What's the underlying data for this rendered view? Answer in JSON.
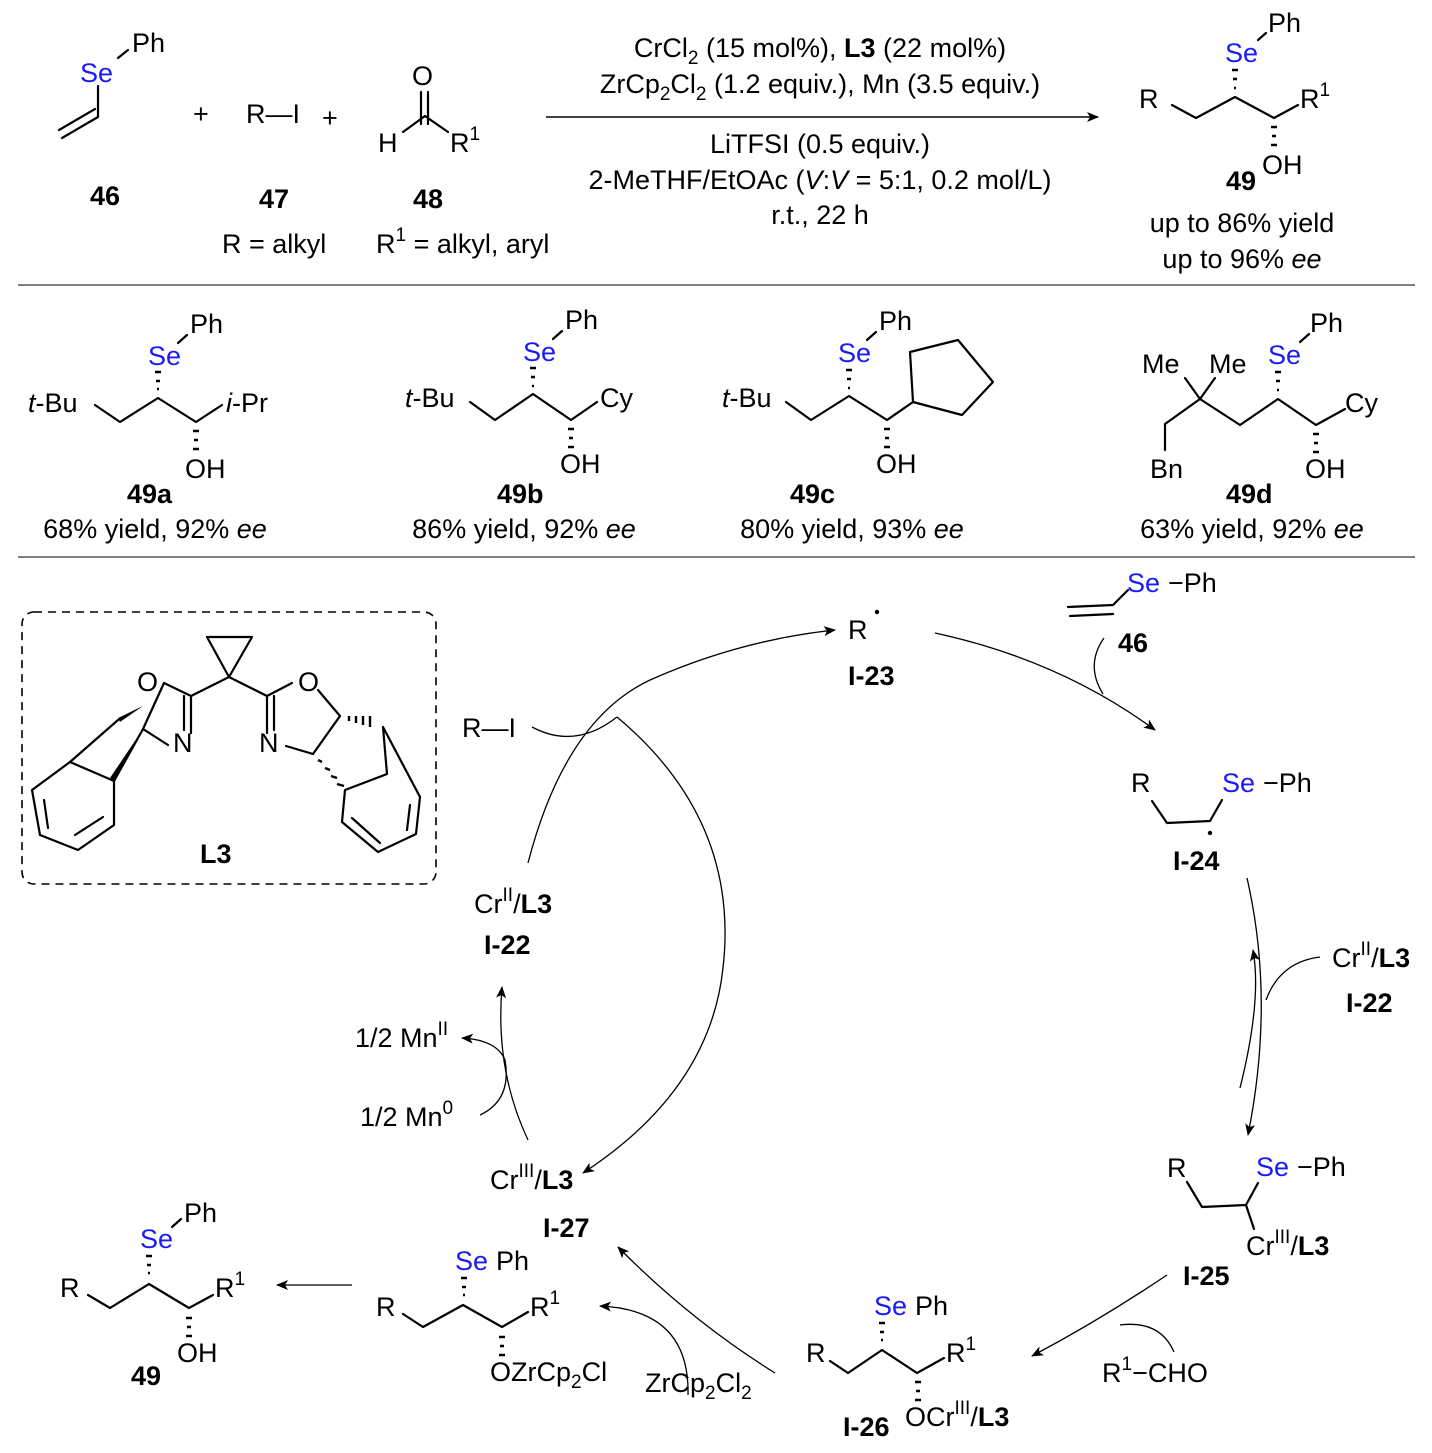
{
  "scheme": {
    "top": {
      "reactants": [
        {
          "id": "46",
          "label": "46",
          "se": "Se",
          "ph": "Ph"
        },
        {
          "id": "47",
          "label": "47",
          "formula": "R—I"
        },
        {
          "id": "48",
          "label": "48",
          "o": "O",
          "h": "H",
          "r1": "R",
          "r1_sup": "1"
        }
      ],
      "plus": "+",
      "definitions": {
        "r": "R = alkyl",
        "r1_pre": "R",
        "r1_sup": "1",
        "r1_post": " = alkyl, aryl"
      },
      "conditions_above": {
        "line1_a": "CrCl",
        "line1_a_sub": "2",
        "line1_b": " (15 mol%), ",
        "line1_l3": "L3",
        "line1_c": " (22 mol%)",
        "line2_a": "ZrCp",
        "line2_sub1": "2",
        "line2_b": "Cl",
        "line2_sub2": "2",
        "line2_c": " (1.2 equiv.), Mn (3.5 equiv.)"
      },
      "conditions_below": {
        "line1": "LiTFSI (0.5 equiv.)",
        "line2_a": "2-MeTHF/EtOAc (",
        "line2_v1": "V",
        "line2_colon": ":",
        "line2_v2": "V",
        "line2_b": " = 5:1, 0.2 mol/L)",
        "line3": "r.t., 22 h"
      },
      "product": {
        "label": "49",
        "se": "Se",
        "ph": "Ph",
        "r": "R",
        "r1": "R",
        "r1_sup": "1",
        "oh": "OH",
        "yield_text": "up to 86% yield",
        "ee_prefix": "up to 96% ",
        "ee_italic": "ee"
      }
    },
    "examples": [
      {
        "label": "49a",
        "left": "-Bu",
        "left_italic": "t",
        "right_italic": "i",
        "right": "-Pr",
        "yield": "68% yield, 92% ",
        "ee": "ee"
      },
      {
        "label": "49b",
        "left": "-Bu",
        "left_italic": "t",
        "right": "Cy",
        "yield": "86% yield, 92% ",
        "ee": "ee"
      },
      {
        "label": "49c",
        "left": "-Bu",
        "left_italic": "t",
        "right": "cyclopentyl",
        "yield": "80% yield, 93% ",
        "ee": "ee"
      },
      {
        "label": "49d",
        "me1": "Me",
        "me2": "Me",
        "bn": "Bn",
        "right": "Cy",
        "yield": "63% yield, 92% ",
        "ee": "ee"
      }
    ],
    "common": {
      "se": "Se",
      "ph": "Ph",
      "oh": "OH"
    },
    "ligand": {
      "label": "L3",
      "o": "O",
      "n": "N"
    },
    "cycle": {
      "ri": "R—I",
      "i23": {
        "r": "R",
        "label": "I-23"
      },
      "reagent46": {
        "se": "Se",
        "ph": "−Ph",
        "label": "46"
      },
      "i24": {
        "r": "R",
        "se": "Se",
        "ph": "−Ph",
        "label": "I-24"
      },
      "i22_right": {
        "cr": "Cr",
        "ox": "II",
        "slash": "/",
        "l3": "L3",
        "label": "I-22"
      },
      "i22_left": {
        "cr": "Cr",
        "ox": "II",
        "slash": "/",
        "l3": "L3",
        "label": "I-22"
      },
      "mn_ii": {
        "text": "1/2 Mn",
        "ox": "II"
      },
      "mn_0": {
        "text": "1/2 Mn",
        "ox": "0"
      },
      "i27": {
        "cr": "Cr",
        "ox": "III",
        "slash": "/",
        "l3": "L3",
        "label": "I-27"
      },
      "i25": {
        "r": "R",
        "se": "Se",
        "ph": "−Ph",
        "cr": "Cr",
        "ox": "III",
        "slash": "/",
        "l3": "L3",
        "label": "I-25"
      },
      "aldehyde": {
        "r": "R",
        "sup": "1",
        "rest": "−CHO"
      },
      "i26": {
        "se": "Se",
        "ph": "Ph",
        "r": "R",
        "r1": "R",
        "r1_sup": "1",
        "o": "OCr",
        "ox": "III",
        "slash": "/",
        "l3": "L3",
        "label": "I-26"
      },
      "zr_reagent": {
        "a": "ZrCp",
        "s1": "2",
        "b": "Cl",
        "s2": "2"
      },
      "zr_int": {
        "se": "Se",
        "ph": "Ph",
        "r": "R",
        "r1": "R",
        "r1_sup": "1",
        "o": "OZrCp",
        "s1": "2",
        "cl": "Cl"
      },
      "product": {
        "se": "Se",
        "ph": "Ph",
        "r": "R",
        "r1": "R",
        "r1_sup": "1",
        "oh": "OH",
        "label": "49"
      }
    }
  }
}
